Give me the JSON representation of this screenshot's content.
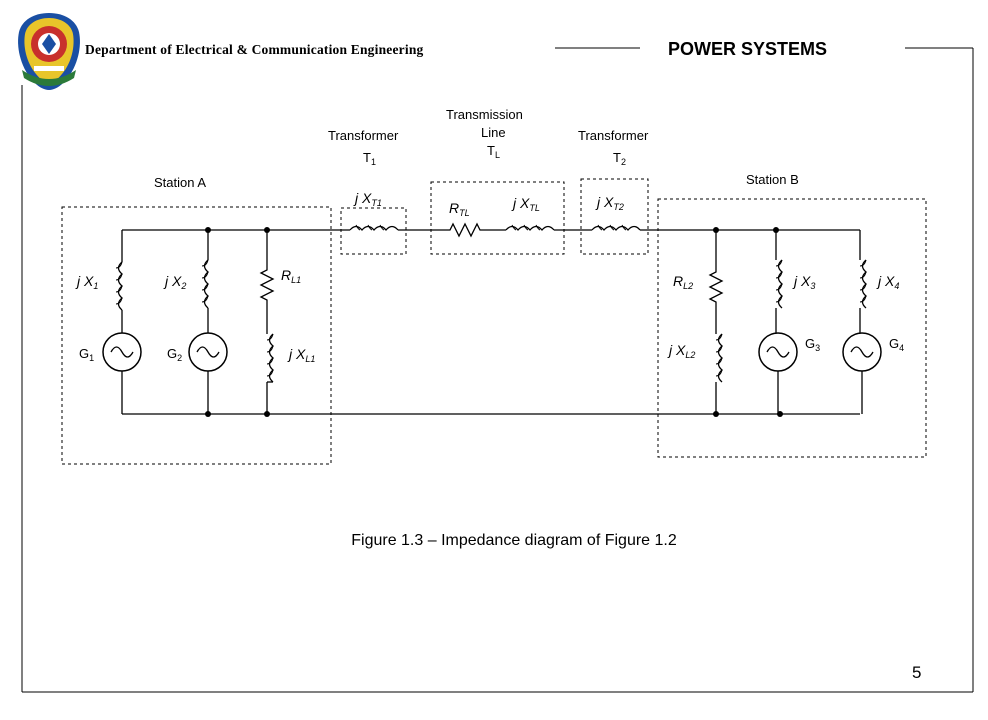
{
  "header": {
    "department": "Department of Electrical & Communication Engineering",
    "course": "POWER SYSTEMS"
  },
  "diagram": {
    "station_a": "Station A",
    "station_b": "Station B",
    "transformer_1": {
      "title": "Transformer",
      "name": "T",
      "sub": "1",
      "reactance": "j X",
      "reactance_sub": "T1"
    },
    "transmission_line": {
      "title_1": "Transmission",
      "title_2": "Line",
      "name": "T",
      "sub": "L",
      "resistance": "R",
      "resistance_sub": "TL",
      "reactance": "j X",
      "reactance_sub": "TL"
    },
    "transformer_2": {
      "title": "Transformer",
      "name": "T",
      "sub": "2",
      "reactance": "j X",
      "reactance_sub": "T2"
    },
    "left": {
      "x1": "j X",
      "x1_sub": "1",
      "x2": "j X",
      "x2_sub": "2",
      "rl1": "R",
      "rl1_sub": "L1",
      "xl1": "j X",
      "xl1_sub": "L1",
      "g1": "G",
      "g1_sub": "1",
      "g2": "G",
      "g2_sub": "2"
    },
    "right": {
      "rl2": "R",
      "rl2_sub": "L2",
      "xl2": "j X",
      "xl2_sub": "L2",
      "x3": "j X",
      "x3_sub": "3",
      "x4": "j X",
      "x4_sub": "4",
      "g3": "G",
      "g3_sub": "3",
      "g4": "G",
      "g4_sub": "4"
    }
  },
  "caption": "Figure 1.3 – Impedance diagram of Figure 1.2",
  "page_number": "5"
}
